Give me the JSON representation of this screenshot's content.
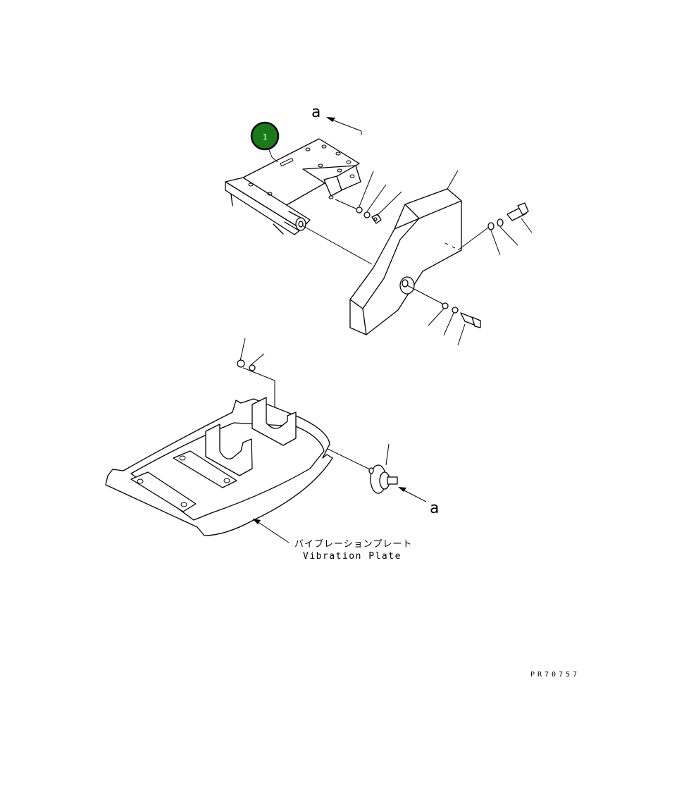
{
  "diagram": {
    "callouts": [
      {
        "id": "1",
        "color": "#1a7a1a",
        "ring": "#0a0a0a"
      }
    ],
    "view_marks": [
      {
        "label": "a"
      },
      {
        "label": "a"
      }
    ],
    "part_label": {
      "japanese": "バイブレーションプレート",
      "english": "Vibration Plate"
    },
    "drawing_code": "PR70757"
  }
}
